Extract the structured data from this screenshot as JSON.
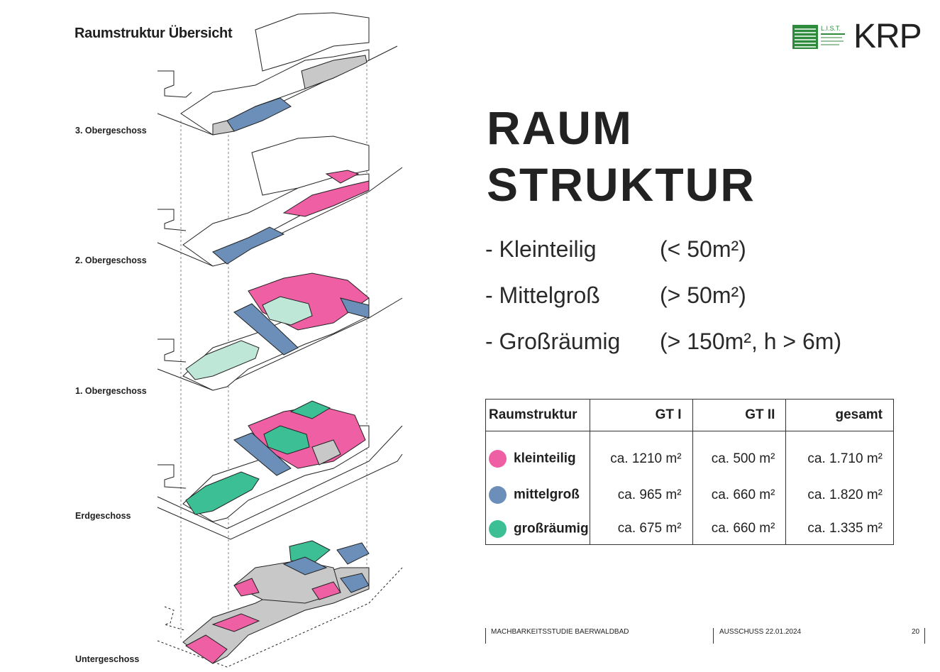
{
  "left_title": "Raumstruktur Übersicht",
  "floors": [
    "3. Obergeschoss",
    "2. Obergeschoss",
    "1. Obergeschoss",
    "Erdgeschoss",
    "Untergeschoss"
  ],
  "logos": {
    "list_text": "L.I.S.T.",
    "krp_text": "KRP"
  },
  "title_lines": [
    "RAUM",
    "STRUKTUR"
  ],
  "categories": [
    {
      "name": "- Kleinteilig",
      "size": "(< 50m²)"
    },
    {
      "name": "- Mittelgroß",
      "size": "(> 50m²)"
    },
    {
      "name": "- Großräumig",
      "size": "(> 150m², h > 6m)"
    }
  ],
  "table": {
    "headers": [
      "Raumstruktur",
      "GT I",
      "GT II",
      "gesamt"
    ],
    "rows": [
      {
        "label": "kleinteilig",
        "color": "#ee5fa4",
        "gt1": "ca. 1210 m²",
        "gt2": "ca. 500 m²",
        "total": "ca. 1.710 m²"
      },
      {
        "label": "mittelgroß",
        "color": "#6b8fb8",
        "gt1": "ca. 965 m²",
        "gt2": "ca. 660 m²",
        "total": "ca. 1.820 m²"
      },
      {
        "label": "großräumig",
        "color": "#3cbf94",
        "gt1": "ca. 675 m²",
        "gt2": "ca. 660 m²",
        "total": "ca. 1.335 m²"
      }
    ]
  },
  "footer": {
    "study": "MACHBARKEITSSTUDIE BAERWALDBAD",
    "meeting": "AUSSCHUSS 22.01.2024",
    "page": "20"
  },
  "colors": {
    "pink": "#ee5fa4",
    "blue": "#6b8fb8",
    "green": "#3cbf94",
    "light_green": "#bfe7d8",
    "grey": "#c8c8c8"
  }
}
